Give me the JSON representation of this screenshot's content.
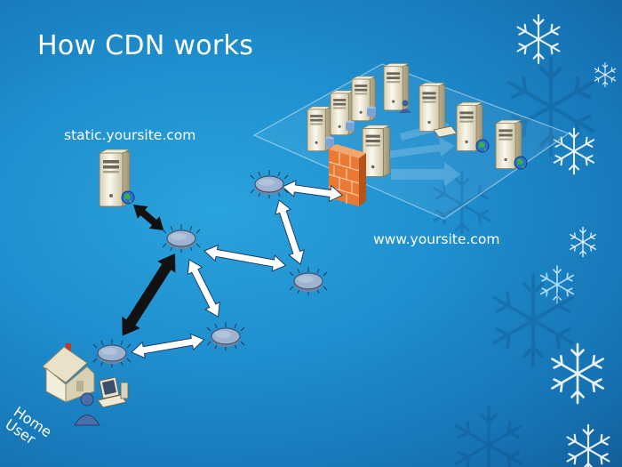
{
  "slide": {
    "title": "How CDN works",
    "labels": {
      "static_site": "static.yoursite.com",
      "main_site": "www.yoursite.com",
      "home_user_line1": "Home",
      "home_user_line2": "User"
    }
  },
  "colors": {
    "background": "#1f8fcf",
    "title_text": "#ffffff",
    "node_fill": "#9db3cf",
    "arrow_fill": "#ffffff",
    "user_path_arrow": "#111111",
    "firewall": "#e8742e"
  },
  "icons": [
    "snowflake-icon",
    "server-icon",
    "globe-icon",
    "firewall-icon",
    "router-node-icon",
    "house-icon",
    "user-icon",
    "computer-icon"
  ]
}
